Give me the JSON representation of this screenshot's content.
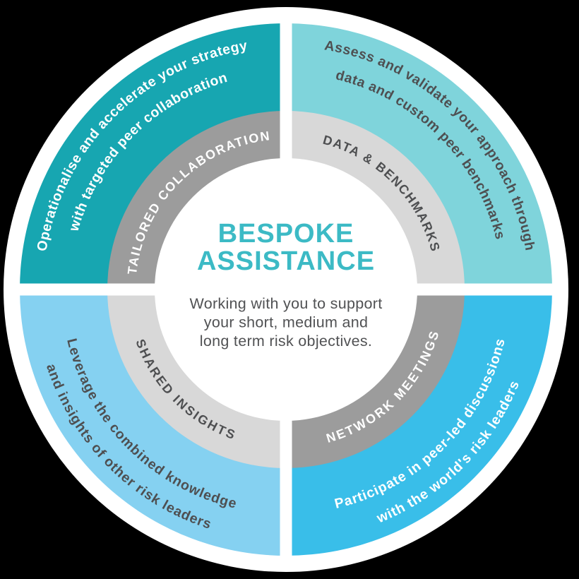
{
  "center": {
    "title_line1": "BESPOKE",
    "title_line2": "ASSISTANCE",
    "subtitle_line1": "Working with you to support",
    "subtitle_line2": "your short, medium and",
    "subtitle_line3": "long term risk objectives.",
    "title_color": "#3CBAC5",
    "subtitle_color": "#515254"
  },
  "quadrants": {
    "top_left": {
      "ring_label": "TAILORED COLLABORATION",
      "description_line1": "Operationalise and accelerate your strategy",
      "description_line2": "with targeted peer collaboration",
      "band_color": "#17A6B1",
      "ring_color": "#9C9C9C",
      "description_color": "#FFFFFF",
      "ring_label_color": "#FFFFFF"
    },
    "top_right": {
      "ring_label": "DATA & BENCHMARKS",
      "description_line1": "Assess and validate your approach through",
      "description_line2": "data and custom peer benchmarks",
      "band_color": "#7FD4DB",
      "ring_color": "#D8D8D8",
      "description_color": "#4E4F51",
      "ring_label_color": "#4E4F51"
    },
    "bottom_left": {
      "ring_label": "SHARED INSIGHTS",
      "description_line1": "Leverage the combined knowledge",
      "description_line2": "and insights of other risk leaders",
      "band_color": "#85D1F1",
      "ring_color": "#D8D8D8",
      "description_color": "#4E4F51",
      "ring_label_color": "#4E4F51"
    },
    "bottom_right": {
      "ring_label": "NETWORK MEETINGS",
      "description_line1": "Participate in peer-led discussions",
      "description_line2": "with the world's risk leaders",
      "band_color": "#39BEE9",
      "ring_color": "#9C9C9C",
      "description_color": "#FFFFFF",
      "ring_label_color": "#FFFFFF"
    }
  },
  "colors": {
    "background": "#000000",
    "wheel_background": "#FFFFFF",
    "divider": "#FFFFFF"
  }
}
